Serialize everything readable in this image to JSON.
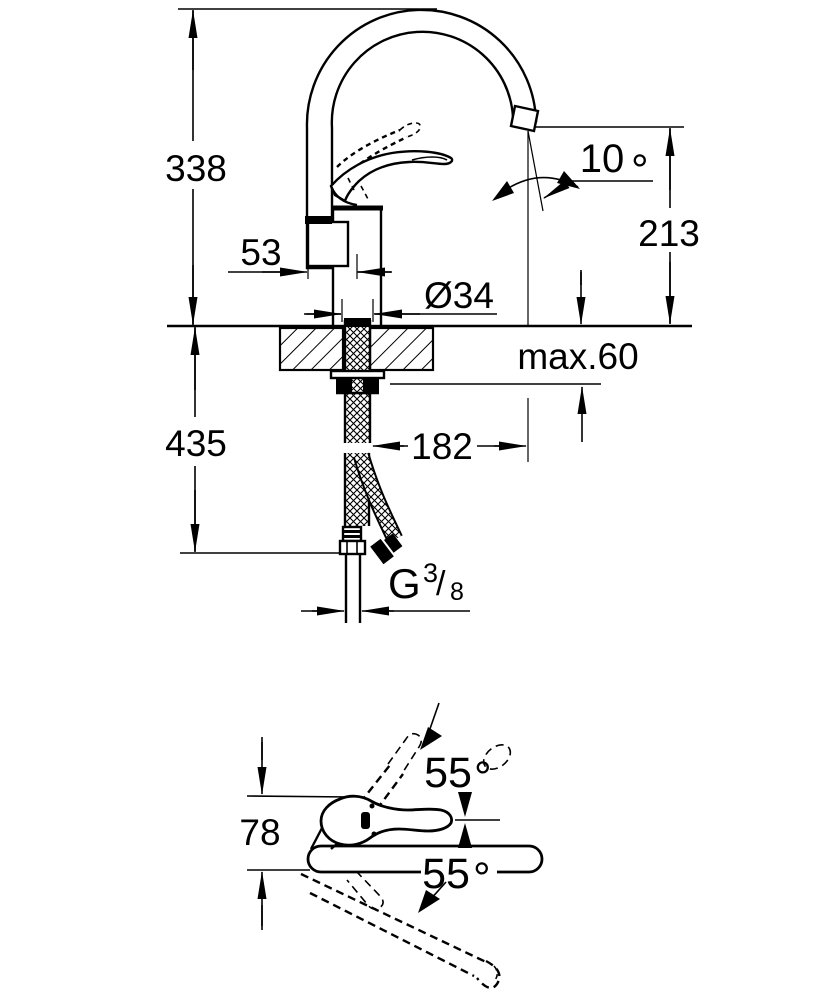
{
  "drawing": {
    "side_view": {
      "overall_height": "338",
      "base_offset": "53",
      "shank_diameter": "Ø34",
      "spout_angle": "10",
      "spout_height": "213",
      "counter_thickness": "max.60",
      "below_counter_length": "435",
      "projection": "182",
      "thread": {
        "g": "G",
        "sup": "3",
        "slash": "/",
        "sub": "8"
      }
    },
    "top_view": {
      "body_depth": "78",
      "swivel_up": "55",
      "swivel_down": "55"
    },
    "units": {
      "degree": "°"
    }
  }
}
